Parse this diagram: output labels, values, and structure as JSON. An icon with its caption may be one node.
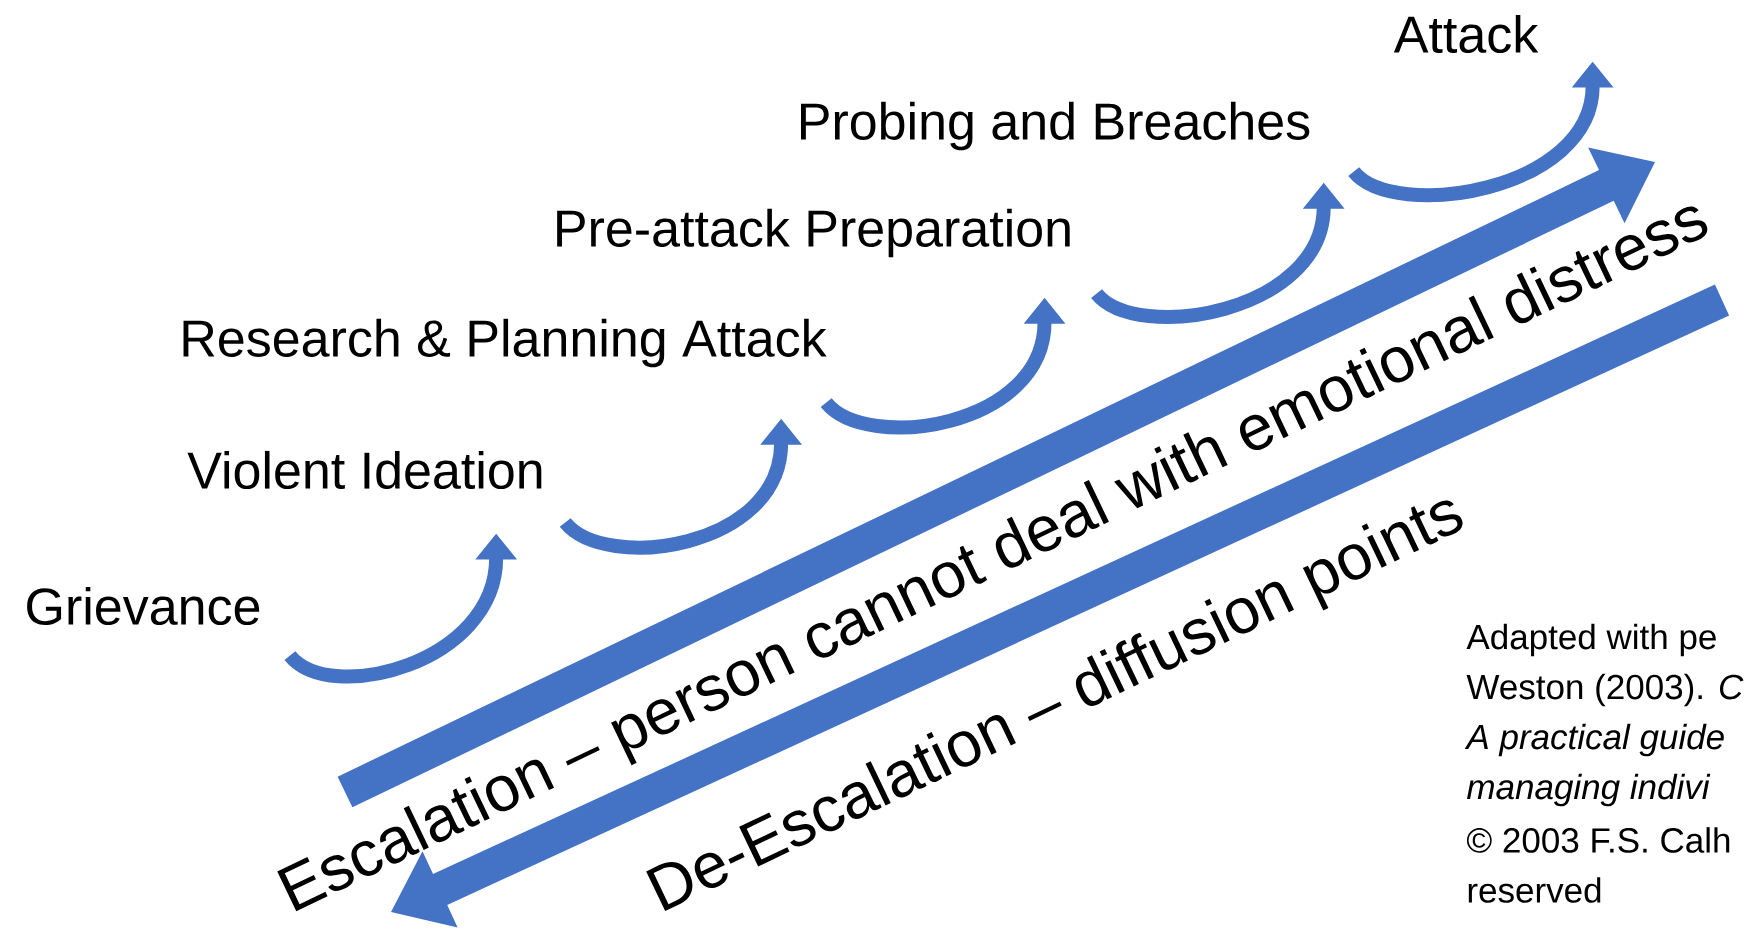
{
  "diagram": {
    "nodes": [
      {
        "text": [
          "Grievance"
        ]
      },
      {
        "text": [
          "Violent Ideation"
        ]
      },
      {
        "text": [
          "Research & Planning Attack"
        ]
      },
      {
        "text": [
          "Pre-attack Preparation"
        ]
      },
      {
        "text": [
          "Probing and Breaches"
        ]
      },
      {
        "text": [
          "Attack"
        ]
      }
    ],
    "edges": [
      {
        "from": 0,
        "to": 1,
        "arrow": "to"
      },
      {
        "from": 1,
        "to": 2,
        "arrow": "to"
      },
      {
        "from": 2,
        "to": 3,
        "arrow": "to"
      },
      {
        "from": 3,
        "to": 4,
        "arrow": "to"
      },
      {
        "from": 4,
        "to": 5,
        "arrow": "to"
      }
    ],
    "labels": [
      "Escalation – person cannot deal with emotional distress",
      "De-Escalation – diffusion points",
      "Adapted with pe",
      "Weston (2003). *C*",
      "A practical guide",
      "managing indivi",
      "© 2003 F.S. Calh",
      "reserved"
    ]
  }
}
